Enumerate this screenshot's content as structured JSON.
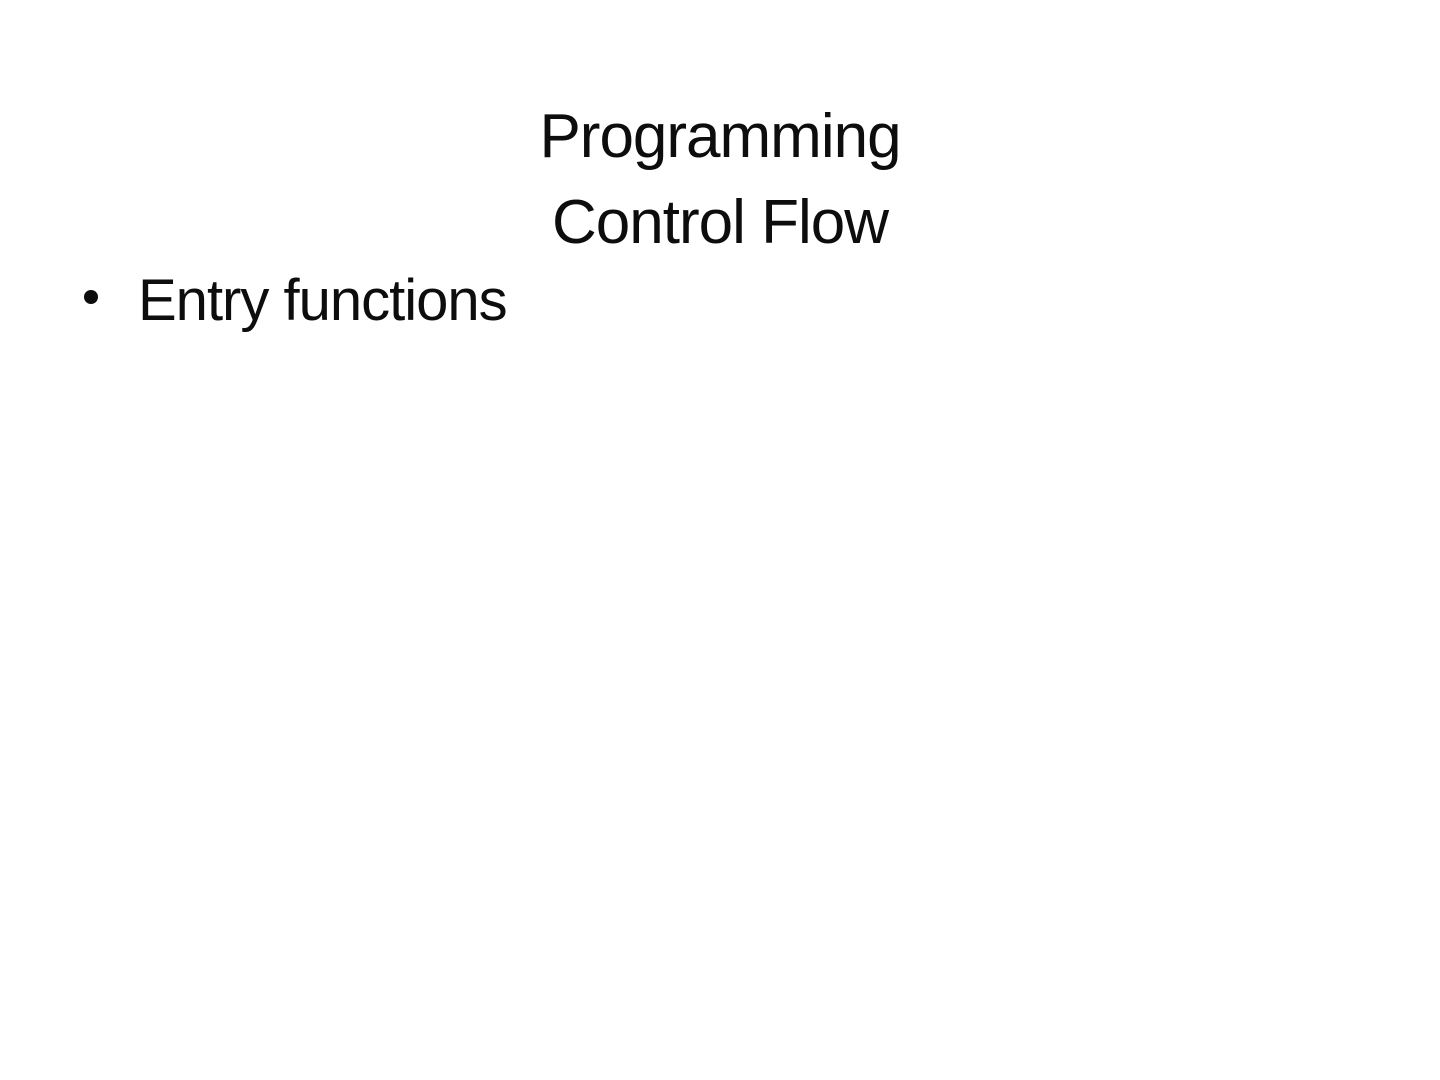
{
  "slide": {
    "background_color": "#ffffff",
    "text_color": "#0d0d0d",
    "title": {
      "line1": "Programming",
      "line2": "Control Flow"
    },
    "bullets": [
      {
        "text": "Entry functions"
      }
    ]
  }
}
